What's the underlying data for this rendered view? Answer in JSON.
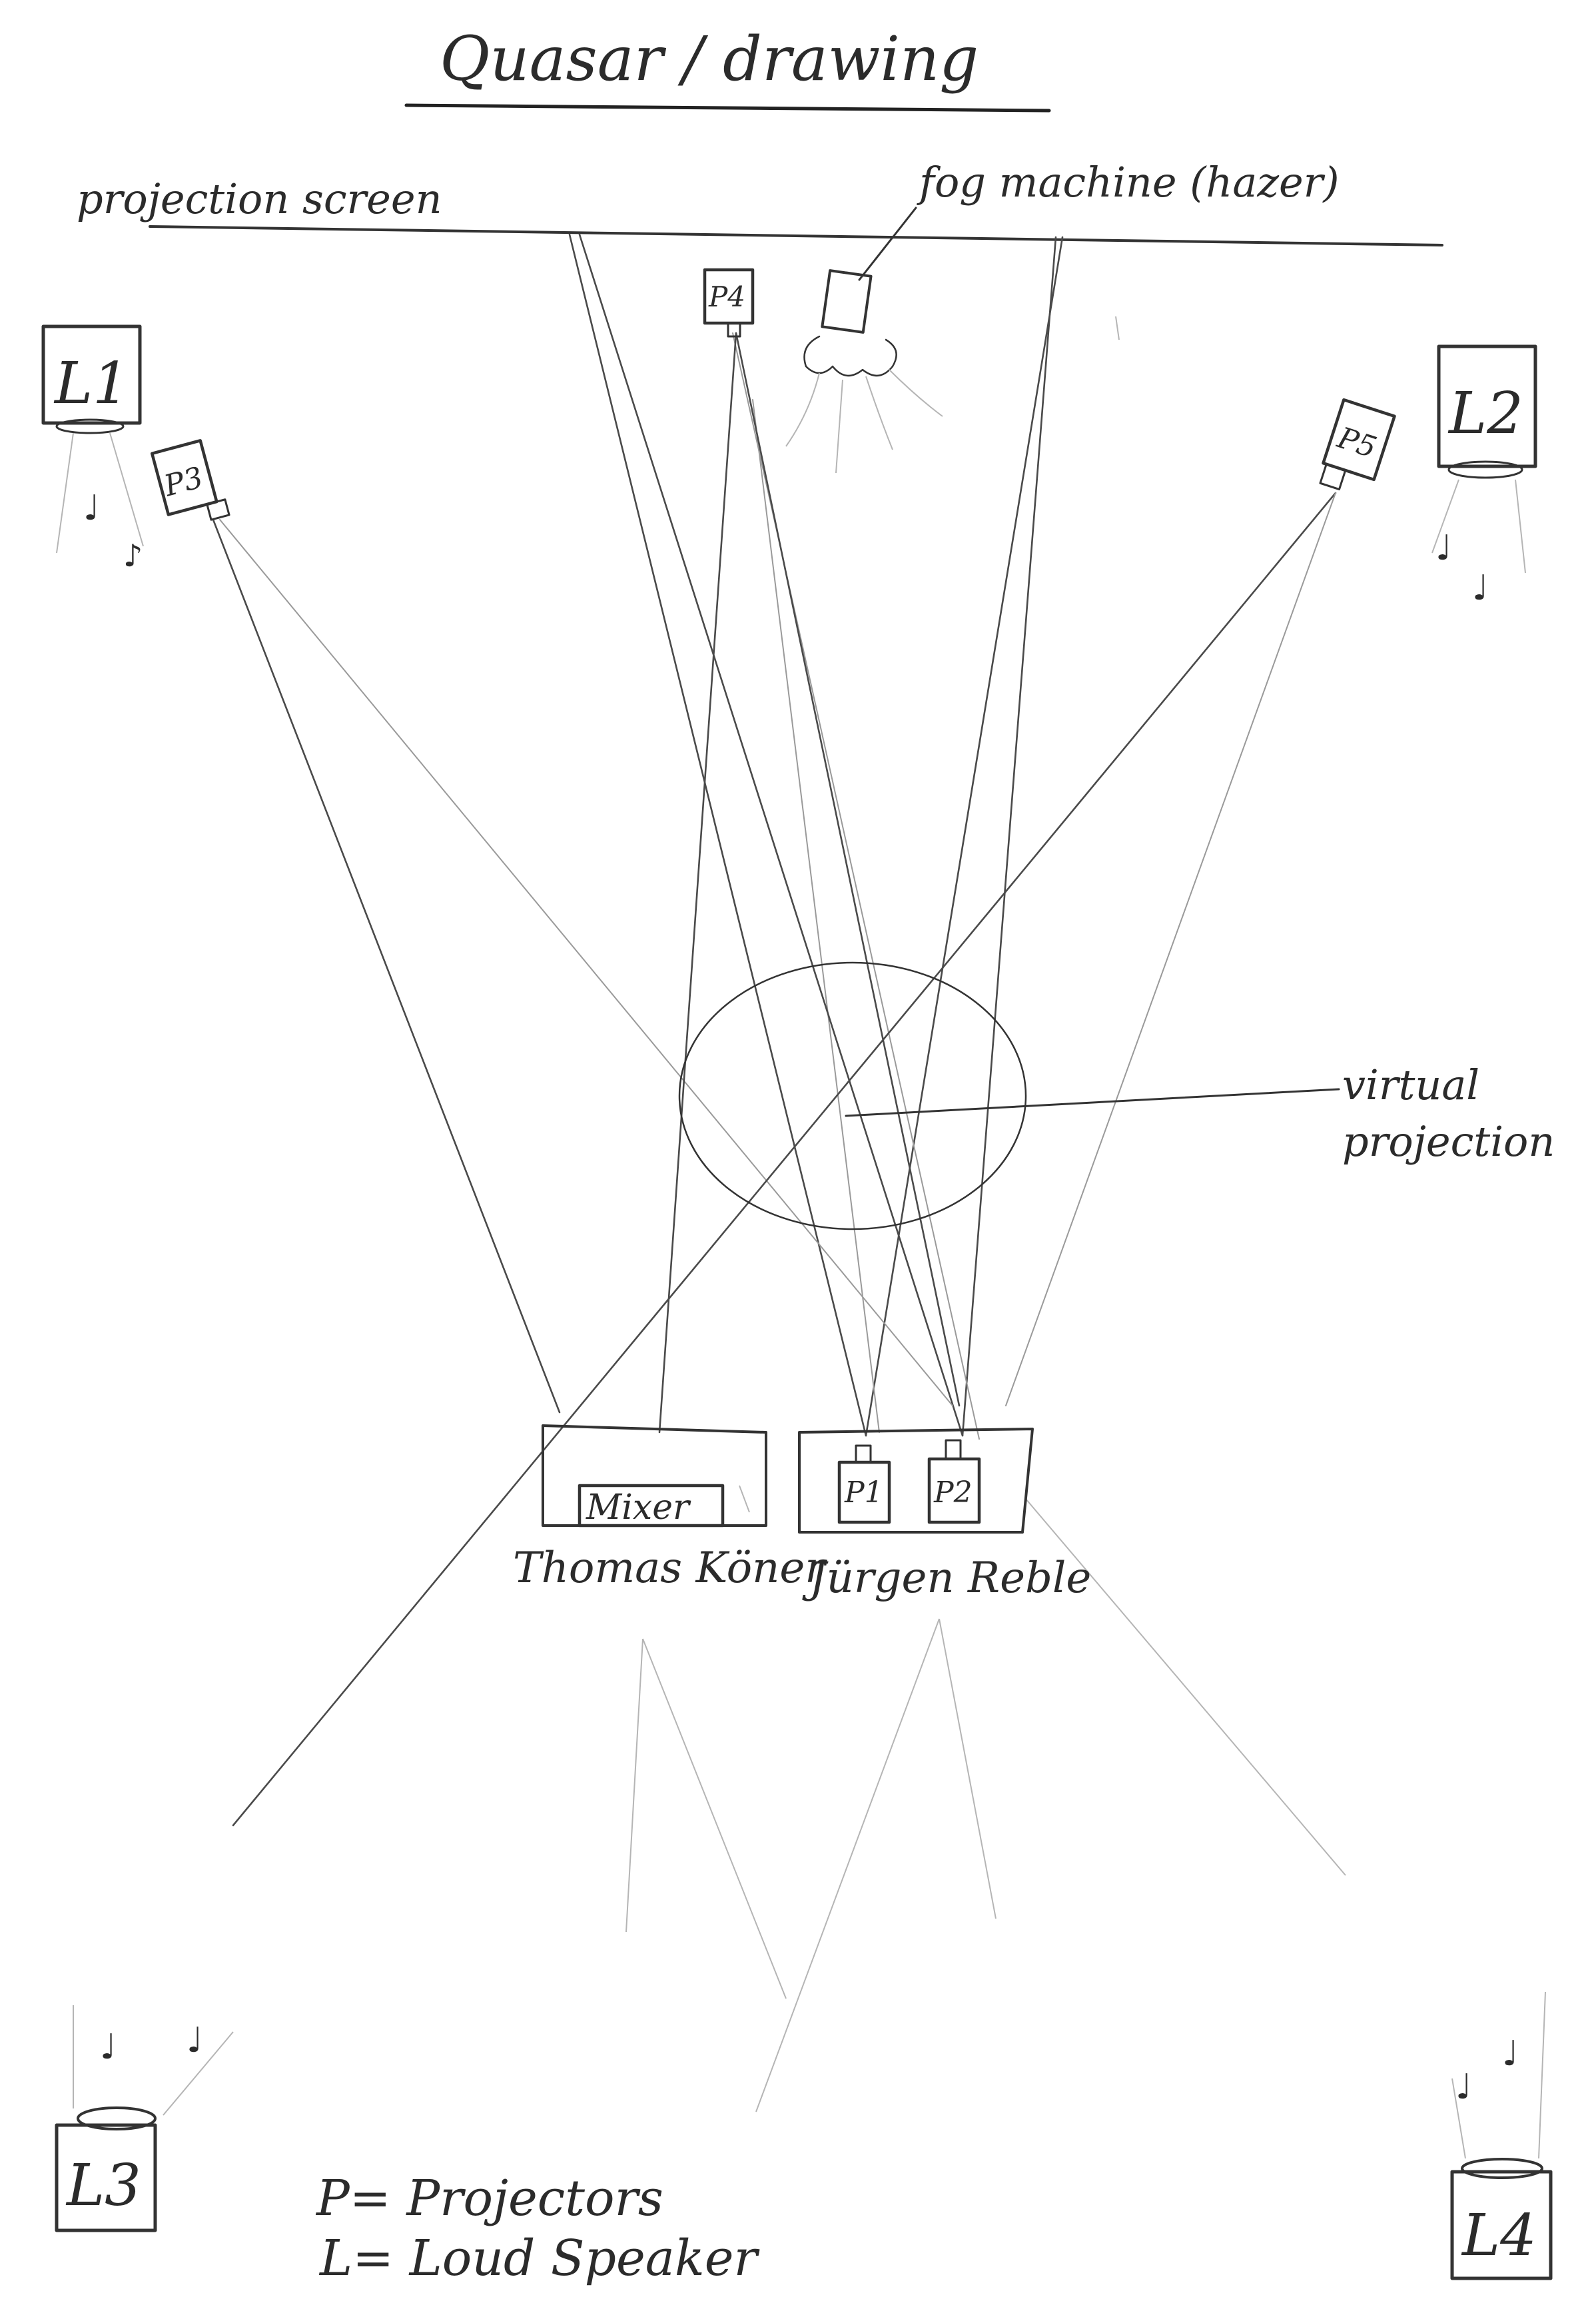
{
  "title": "Quasar / drawing",
  "projection_screen_label": "projection screen",
  "fog_machine_label": "fog machine (hazer)",
  "virtual_projection_label": "virtual projection",
  "speakers": [
    {
      "id": "L1",
      "label": "L1"
    },
    {
      "id": "L2",
      "label": "L2"
    },
    {
      "id": "L3",
      "label": "L3"
    },
    {
      "id": "L4",
      "label": "L4"
    }
  ],
  "projectors": [
    {
      "id": "P1",
      "label": "P1"
    },
    {
      "id": "P2",
      "label": "P2"
    },
    {
      "id": "P3",
      "label": "P3"
    },
    {
      "id": "P4",
      "label": "P4"
    },
    {
      "id": "P5",
      "label": "P5"
    }
  ],
  "mixer_label": "Mixer",
  "performers": [
    "Thomas Köner",
    "Jürgen Reble"
  ],
  "legend": {
    "projectors": "P= Projectors",
    "speakers": "L= Loud Speaker"
  },
  "colors": {
    "ink": "#2b2b2b",
    "paper": "#ffffff"
  }
}
